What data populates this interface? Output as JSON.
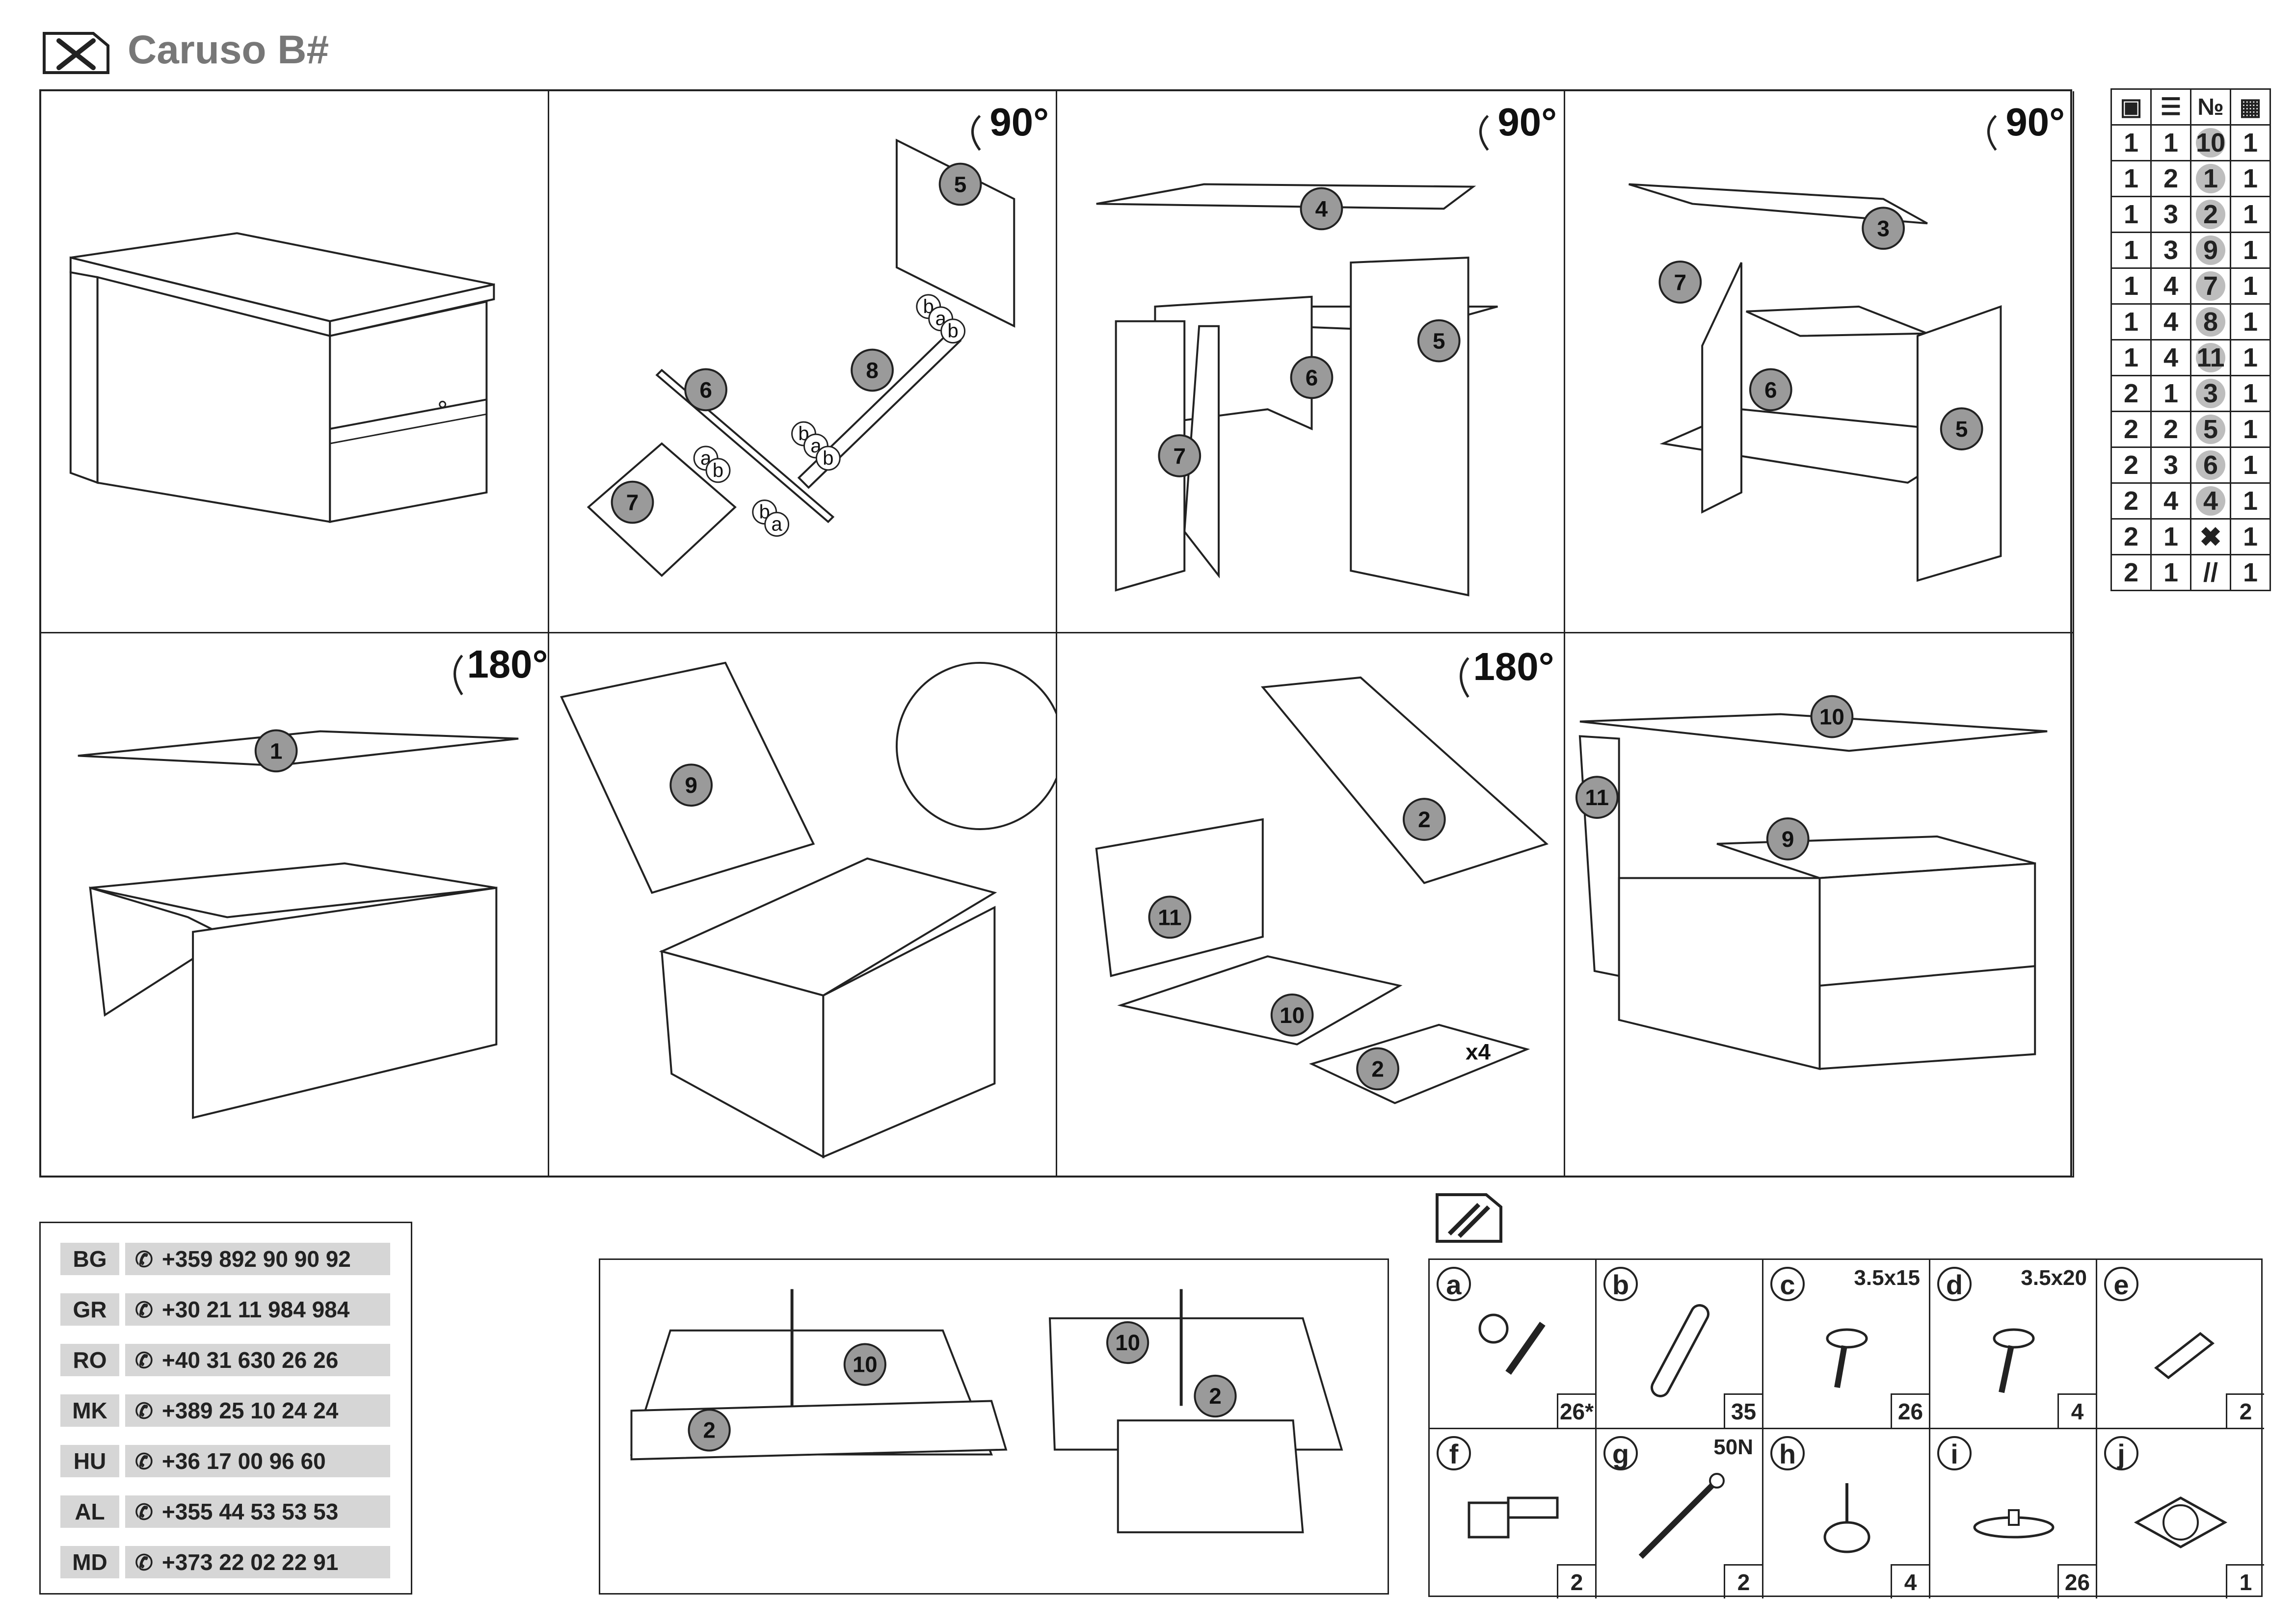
{
  "header": {
    "title": "Caruso B#",
    "logo_icon": "tools-icon"
  },
  "steps": {
    "rotations": {
      "s2": "90°",
      "s3": "90°",
      "s4": "90°",
      "s5": "180°",
      "s7": "180°"
    },
    "x4_label": "x4"
  },
  "parts_table": {
    "header_icons": [
      "box-icon",
      "stack-icon",
      "№",
      "numbers-grid-icon"
    ],
    "rows": [
      [
        "1",
        "1",
        "10",
        "1"
      ],
      [
        "1",
        "2",
        "1",
        "1"
      ],
      [
        "1",
        "3",
        "2",
        "1"
      ],
      [
        "1",
        "3",
        "9",
        "1"
      ],
      [
        "1",
        "4",
        "7",
        "1"
      ],
      [
        "1",
        "4",
        "8",
        "1"
      ],
      [
        "1",
        "4",
        "11",
        "1"
      ],
      [
        "2",
        "1",
        "3",
        "1"
      ],
      [
        "2",
        "2",
        "5",
        "1"
      ],
      [
        "2",
        "3",
        "6",
        "1"
      ],
      [
        "2",
        "4",
        "4",
        "1"
      ],
      [
        "2",
        "1",
        "tools-icon",
        "1"
      ],
      [
        "2",
        "1",
        "screws-icon",
        "1"
      ]
    ]
  },
  "phones": [
    {
      "code": "BG",
      "number": "+359 892 90 90 92"
    },
    {
      "code": "GR",
      "number": "+30 21 11 984 984"
    },
    {
      "code": "RO",
      "number": "+40 31 630 26 26"
    },
    {
      "code": "MK",
      "number": "+389 25 10 24 24"
    },
    {
      "code": "HU",
      "number": "+36 17 00 96 60"
    },
    {
      "code": "AL",
      "number": "+355 44 53 53 53"
    },
    {
      "code": "MD",
      "number": "+373 22 02 22 91"
    }
  ],
  "hardware": [
    {
      "letter": "a",
      "size": "",
      "qty": "26*",
      "icon": "cam-dowel-icon"
    },
    {
      "letter": "b",
      "size": "",
      "qty": "35",
      "icon": "wood-dowel-icon"
    },
    {
      "letter": "c",
      "size": "3.5x15",
      "qty": "26",
      "icon": "screw-icon"
    },
    {
      "letter": "d",
      "size": "3.5x20",
      "qty": "4",
      "icon": "screw-icon"
    },
    {
      "letter": "e",
      "size": "",
      "qty": "2",
      "icon": "plate-icon"
    },
    {
      "letter": "f",
      "size": "",
      "qty": "2",
      "icon": "hinge-icon"
    },
    {
      "letter": "g",
      "size": "50N",
      "qty": "2",
      "icon": "gas-strut-icon"
    },
    {
      "letter": "h",
      "size": "",
      "qty": "4",
      "icon": "glide-icon"
    },
    {
      "letter": "i",
      "size": "",
      "qty": "26",
      "icon": "cap-icon"
    },
    {
      "letter": "j",
      "size": "",
      "qty": "1",
      "icon": "swivel-plate-icon"
    }
  ]
}
